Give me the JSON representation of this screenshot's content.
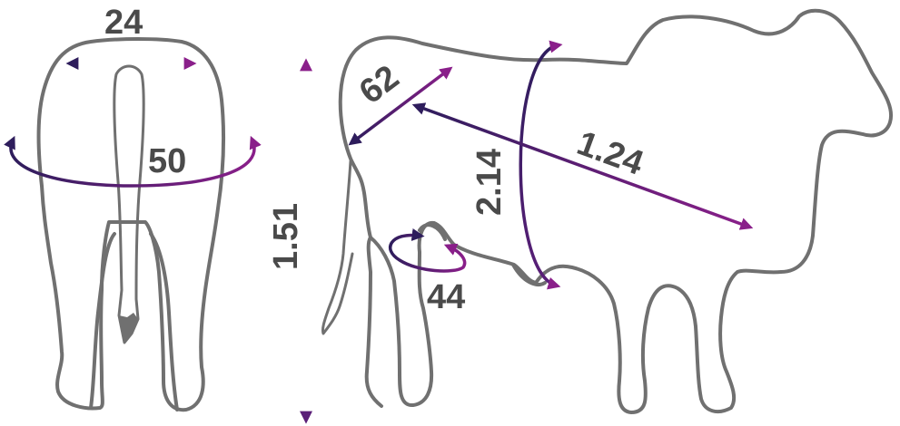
{
  "colors": {
    "outline": "#707070",
    "label": "#4a4a4a",
    "arrow_dark": "#2e1d5c",
    "arrow_mid": "#5a1f78",
    "arrow_light": "#8a1f8a"
  },
  "labels": {
    "rear_width": "24",
    "rear_girth": "50",
    "height": "1.51",
    "shoulder": "62",
    "chest_girth": "2.14",
    "body_length": "1.24",
    "leg_girth": "44"
  }
}
